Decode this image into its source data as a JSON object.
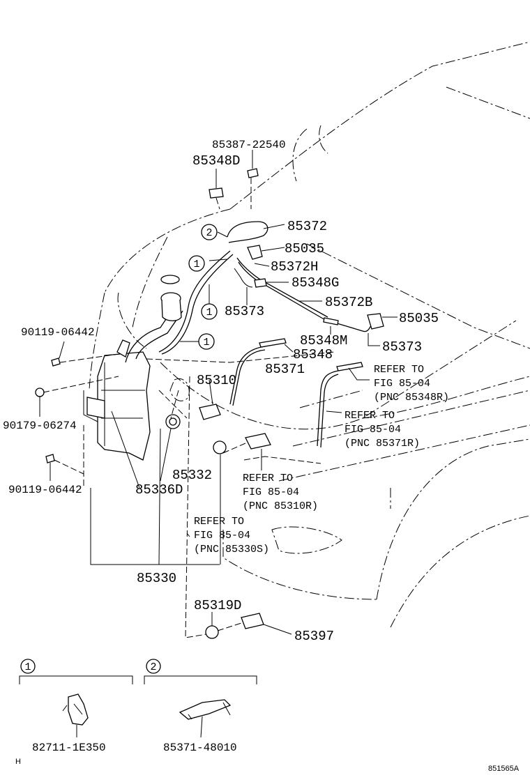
{
  "labels": {
    "p85387": "85387-22540",
    "p85348D": "85348D",
    "p85372": "85372",
    "p85035a": "85035",
    "p85372H": "85372H",
    "p85348G": "85348G",
    "p85373a": "85373",
    "p85372B": "85372B",
    "p85035b": "85035",
    "p85348M": "85348M",
    "p85373b": "85373",
    "p90119a": "90119-06442",
    "p85348": "85348",
    "p85371": "85371",
    "p85310": "85310",
    "p90179": "90179-06274",
    "p90119b": "90119-06442",
    "p85332": "85332",
    "p85336D": "85336D",
    "p85330": "85330",
    "p85319D": "85319D",
    "p85397": "85397",
    "p82711": "82711-1E350",
    "p85371_48010": "85371-48010",
    "footer_left": "H",
    "footer_right": "851565A"
  },
  "callouts": {
    "c1a": "2",
    "c1b": "1",
    "c1c": "1",
    "c1d": "1",
    "legend1": "1",
    "legend2": "2"
  },
  "refer": {
    "r1": [
      "REFER TO",
      "FIG 85-04",
      "(PNC 85348R)"
    ],
    "r2": [
      "REFER TO",
      "FIG 85-04",
      "(PNC 85371R)"
    ],
    "r3": [
      "REFER TO",
      "FIG 85-04",
      "(PNC 85310R)"
    ],
    "r4": [
      "REFER TO",
      "FIG 85-04",
      "(PNC 85330S)"
    ]
  }
}
